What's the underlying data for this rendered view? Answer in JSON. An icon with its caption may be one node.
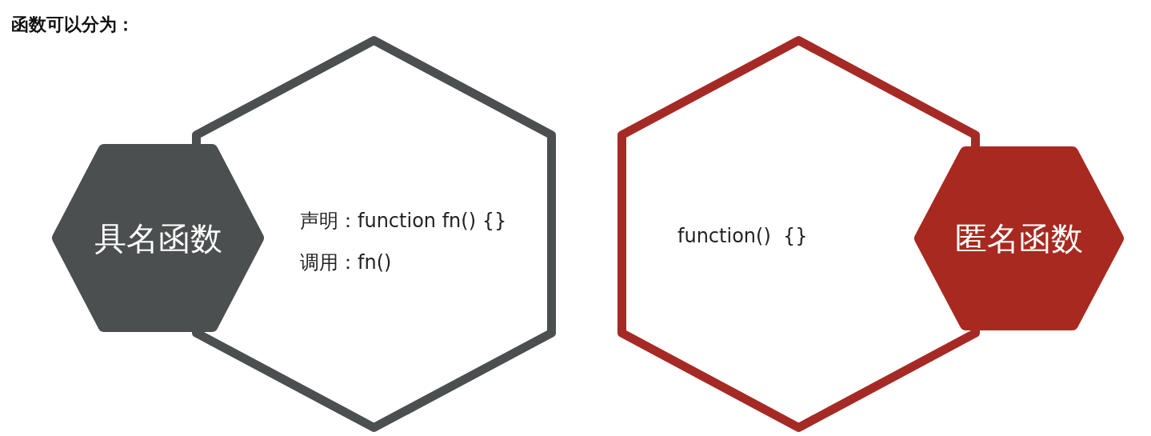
{
  "diagram": {
    "title": "函数可以分为：",
    "nodes": [
      {
        "text": [
          "声明：function fn() {}",
          "调用：fn()"
        ]
      },
      {
        "text": [
          "具名函数"
        ]
      },
      {
        "text": [
          "function()  {}"
        ]
      },
      {
        "text": [
          "匿名函数"
        ]
      }
    ],
    "edges": []
  }
}
